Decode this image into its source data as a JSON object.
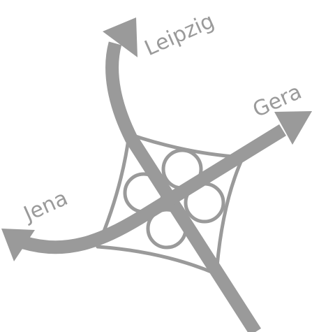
{
  "diagram": {
    "colors": {
      "road": "#9a9a9a",
      "background": "#ffffff"
    },
    "labels": {
      "leipzig": "Leipzig",
      "gera": "Gera",
      "jena": "Jena"
    }
  }
}
